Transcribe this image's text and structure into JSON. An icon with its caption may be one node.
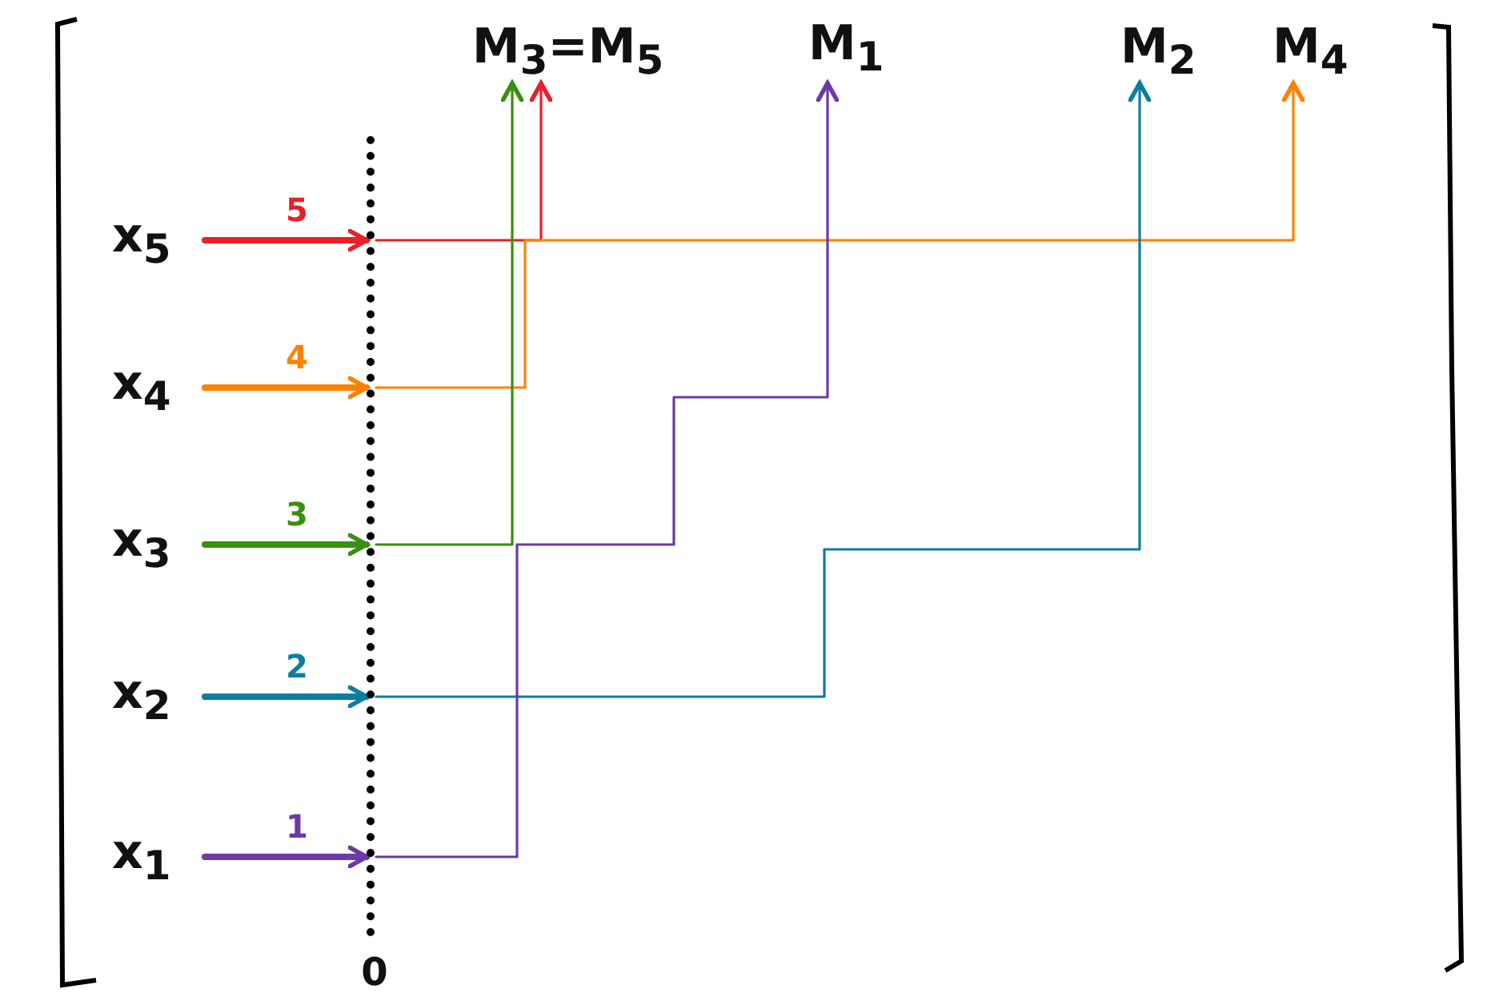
{
  "diagram": {
    "nodes": [
      {
        "text": [
          "x$_{5}$"
        ]
      },
      {
        "text": [
          "x$_{4}$"
        ]
      },
      {
        "text": [
          "x$_{3}$"
        ]
      },
      {
        "text": [
          "x$_{2}$"
        ]
      },
      {
        "text": [
          "x$_{1}$"
        ]
      },
      {
        "text": [
          "0"
        ]
      },
      {
        "text": [
          "M$_{3}$=M$_{5}$"
        ]
      },
      {
        "text": [
          "M$_{1}$"
        ]
      },
      {
        "text": [
          "M$_{2}$"
        ]
      },
      {
        "text": [
          "M$_{4}$"
        ]
      }
    ],
    "edges": [
      {
        "from": 0,
        "to": 5,
        "arrow": "to",
        "label": "5",
        "style": "thick",
        "color": "#e8202a"
      },
      {
        "from": 1,
        "to": 5,
        "arrow": "to",
        "label": "4",
        "style": "thick",
        "color": "#ff8000"
      },
      {
        "from": 2,
        "to": 5,
        "arrow": "to",
        "label": "3",
        "style": "thick",
        "color": "#3a8f10"
      },
      {
        "from": 3,
        "to": 5,
        "arrow": "to",
        "label": "2",
        "style": "thick",
        "color": "#0c7ea0"
      },
      {
        "from": 4,
        "to": 5,
        "arrow": "to",
        "label": "1",
        "style": "thick",
        "color": "#6a3aa8"
      },
      {
        "from": 5,
        "to": 6,
        "arrow": "to",
        "color": "#e8202a"
      },
      {
        "from": 5,
        "to": 9,
        "arrow": "to",
        "color": "#ff8000"
      },
      {
        "from": 5,
        "to": 6,
        "arrow": "to",
        "color": "#3a8f10"
      },
      {
        "from": 5,
        "to": 8,
        "arrow": "to",
        "color": "#0c7ea0"
      },
      {
        "from": 5,
        "to": 7,
        "arrow": "to",
        "color": "#6a3aa8"
      }
    ]
  }
}
